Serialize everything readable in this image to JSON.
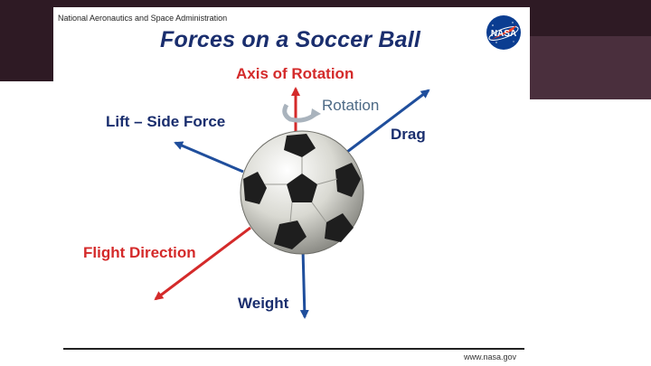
{
  "header": {
    "organization": "National Aeronautics and Space Administration",
    "title": "Forces on a  Soccer  Ball",
    "logo_text": "NASA"
  },
  "labels": {
    "axis_of_rotation": "Axis of Rotation",
    "rotation": "Rotation",
    "lift_side_force": "Lift – Side Force",
    "drag": "Drag",
    "flight_direction": "Flight Direction",
    "weight": "Weight"
  },
  "footer": {
    "url": "www.nasa.gov"
  },
  "colors": {
    "force_blue": "#1f4e9c",
    "force_red": "#d42a2a",
    "title_navy": "#1a2e6e"
  },
  "icons": [
    "nasa-logo",
    "soccer-ball",
    "rotation-arrow-icon"
  ]
}
